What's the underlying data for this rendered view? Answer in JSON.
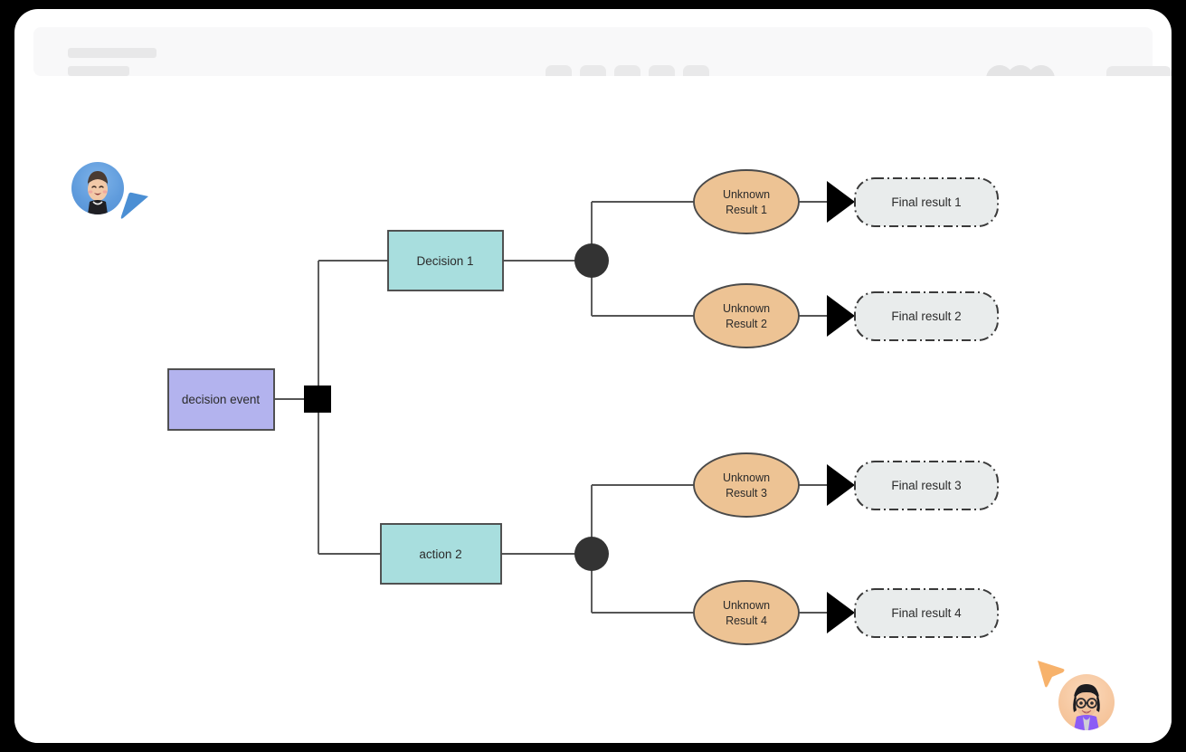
{
  "window": {
    "background_color": "#000000",
    "card_color": "#ffffff"
  },
  "toolbar": {
    "title_placeholder": "",
    "subtitle_placeholder": "",
    "tool_buttons": [
      {
        "name": "tool-1",
        "label": ""
      },
      {
        "name": "tool-2",
        "label": ""
      },
      {
        "name": "tool-3",
        "label": ""
      },
      {
        "name": "tool-4",
        "label": ""
      },
      {
        "name": "tool-5",
        "label": ""
      }
    ],
    "collaborator_avatars": 3,
    "share_button_label": ""
  },
  "presence": [
    {
      "id": "user-blue",
      "cursor_color": "#4b8fd4",
      "avatar_color": "#5f9bdc",
      "position": "top-left"
    },
    {
      "id": "user-orange",
      "cursor_color": "#f7b26b",
      "avatar_color": "#f6c79f",
      "position": "bottom-right"
    }
  ],
  "diagram": {
    "type": "flowchart",
    "colors": {
      "event_fill": "#b3b3ee",
      "action_fill": "#a8dede",
      "result_fill": "#edc394",
      "final_fill": "#e9ecec",
      "stroke": "#4a4a4a",
      "node_dot": "#333333",
      "fork_fill": "#000000"
    },
    "nodes": [
      {
        "id": "decision-event",
        "label": "decision event",
        "shape": "rectangle",
        "fill": "#b3b3ee"
      },
      {
        "id": "fork-node",
        "label": "",
        "shape": "fork-bar",
        "fill": "#000000"
      },
      {
        "id": "decision-1",
        "label": "Decision 1",
        "shape": "rectangle",
        "fill": "#a8dede"
      },
      {
        "id": "action-2",
        "label": "action 2",
        "shape": "rectangle",
        "fill": "#a8dede"
      },
      {
        "id": "junction-1",
        "label": "",
        "shape": "circle",
        "fill": "#333333"
      },
      {
        "id": "junction-2",
        "label": "",
        "shape": "circle",
        "fill": "#333333"
      },
      {
        "id": "unknown-result-1",
        "label_line1": "Unknown",
        "label_line2": "Result 1",
        "shape": "ellipse",
        "fill": "#edc394"
      },
      {
        "id": "unknown-result-2",
        "label_line1": "Unknown",
        "label_line2": "Result 2",
        "shape": "ellipse",
        "fill": "#edc394"
      },
      {
        "id": "unknown-result-3",
        "label_line1": "Unknown",
        "label_line2": "Result 3",
        "shape": "ellipse",
        "fill": "#edc394"
      },
      {
        "id": "unknown-result-4",
        "label_line1": "Unknown",
        "label_line2": "Result 4",
        "shape": "ellipse",
        "fill": "#edc394"
      },
      {
        "id": "final-result-1",
        "label": "Final result 1",
        "shape": "rounded-dashdot",
        "fill": "#e9ecec"
      },
      {
        "id": "final-result-2",
        "label": "Final result 2",
        "shape": "rounded-dashdot",
        "fill": "#e9ecec"
      },
      {
        "id": "final-result-3",
        "label": "Final result 3",
        "shape": "rounded-dashdot",
        "fill": "#e9ecec"
      },
      {
        "id": "final-result-4",
        "label": "Final result 4",
        "shape": "rounded-dashdot",
        "fill": "#e9ecec"
      }
    ],
    "edges": [
      {
        "from": "decision-event",
        "to": "fork-node"
      },
      {
        "from": "fork-node",
        "to": "decision-1"
      },
      {
        "from": "fork-node",
        "to": "action-2"
      },
      {
        "from": "decision-1",
        "to": "junction-1"
      },
      {
        "from": "action-2",
        "to": "junction-2"
      },
      {
        "from": "junction-1",
        "to": "unknown-result-1"
      },
      {
        "from": "junction-1",
        "to": "unknown-result-2"
      },
      {
        "from": "junction-2",
        "to": "unknown-result-3"
      },
      {
        "from": "junction-2",
        "to": "unknown-result-4"
      },
      {
        "from": "unknown-result-1",
        "to": "final-result-1",
        "arrow": "triangle-left"
      },
      {
        "from": "unknown-result-2",
        "to": "final-result-2",
        "arrow": "triangle-left"
      },
      {
        "from": "unknown-result-3",
        "to": "final-result-3",
        "arrow": "triangle-left"
      },
      {
        "from": "unknown-result-4",
        "to": "final-result-4",
        "arrow": "triangle-left"
      }
    ]
  }
}
